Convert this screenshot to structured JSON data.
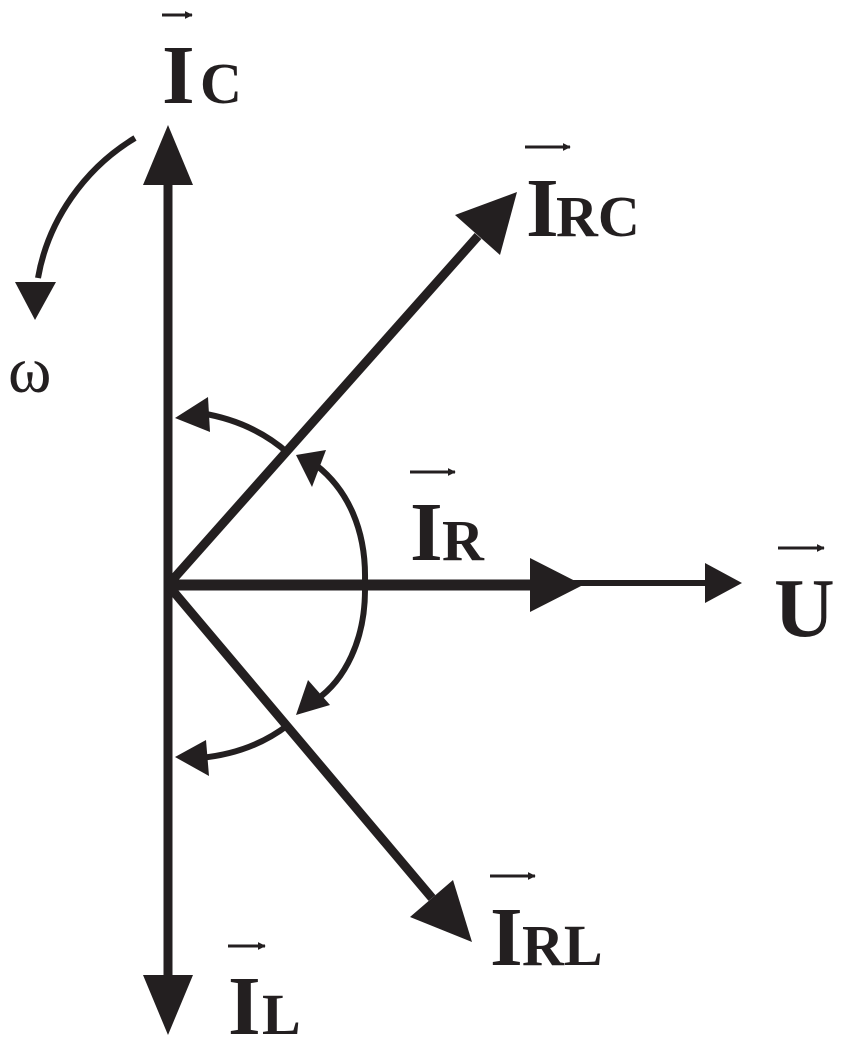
{
  "diagram": {
    "colors": {
      "ink": "#231f20",
      "background": "#ffffff"
    },
    "vectors": {
      "ic": {
        "letter": "I",
        "subscript": "C"
      },
      "irc": {
        "letter": "I",
        "subscript": "RC"
      },
      "ir": {
        "letter": "I",
        "subscript": "R"
      },
      "u": {
        "letter": "U"
      },
      "irl": {
        "letter": "I",
        "subscript": "RL"
      },
      "il": {
        "letter": "I",
        "subscript": "L"
      }
    },
    "rotation": {
      "symbol": "ω"
    }
  }
}
